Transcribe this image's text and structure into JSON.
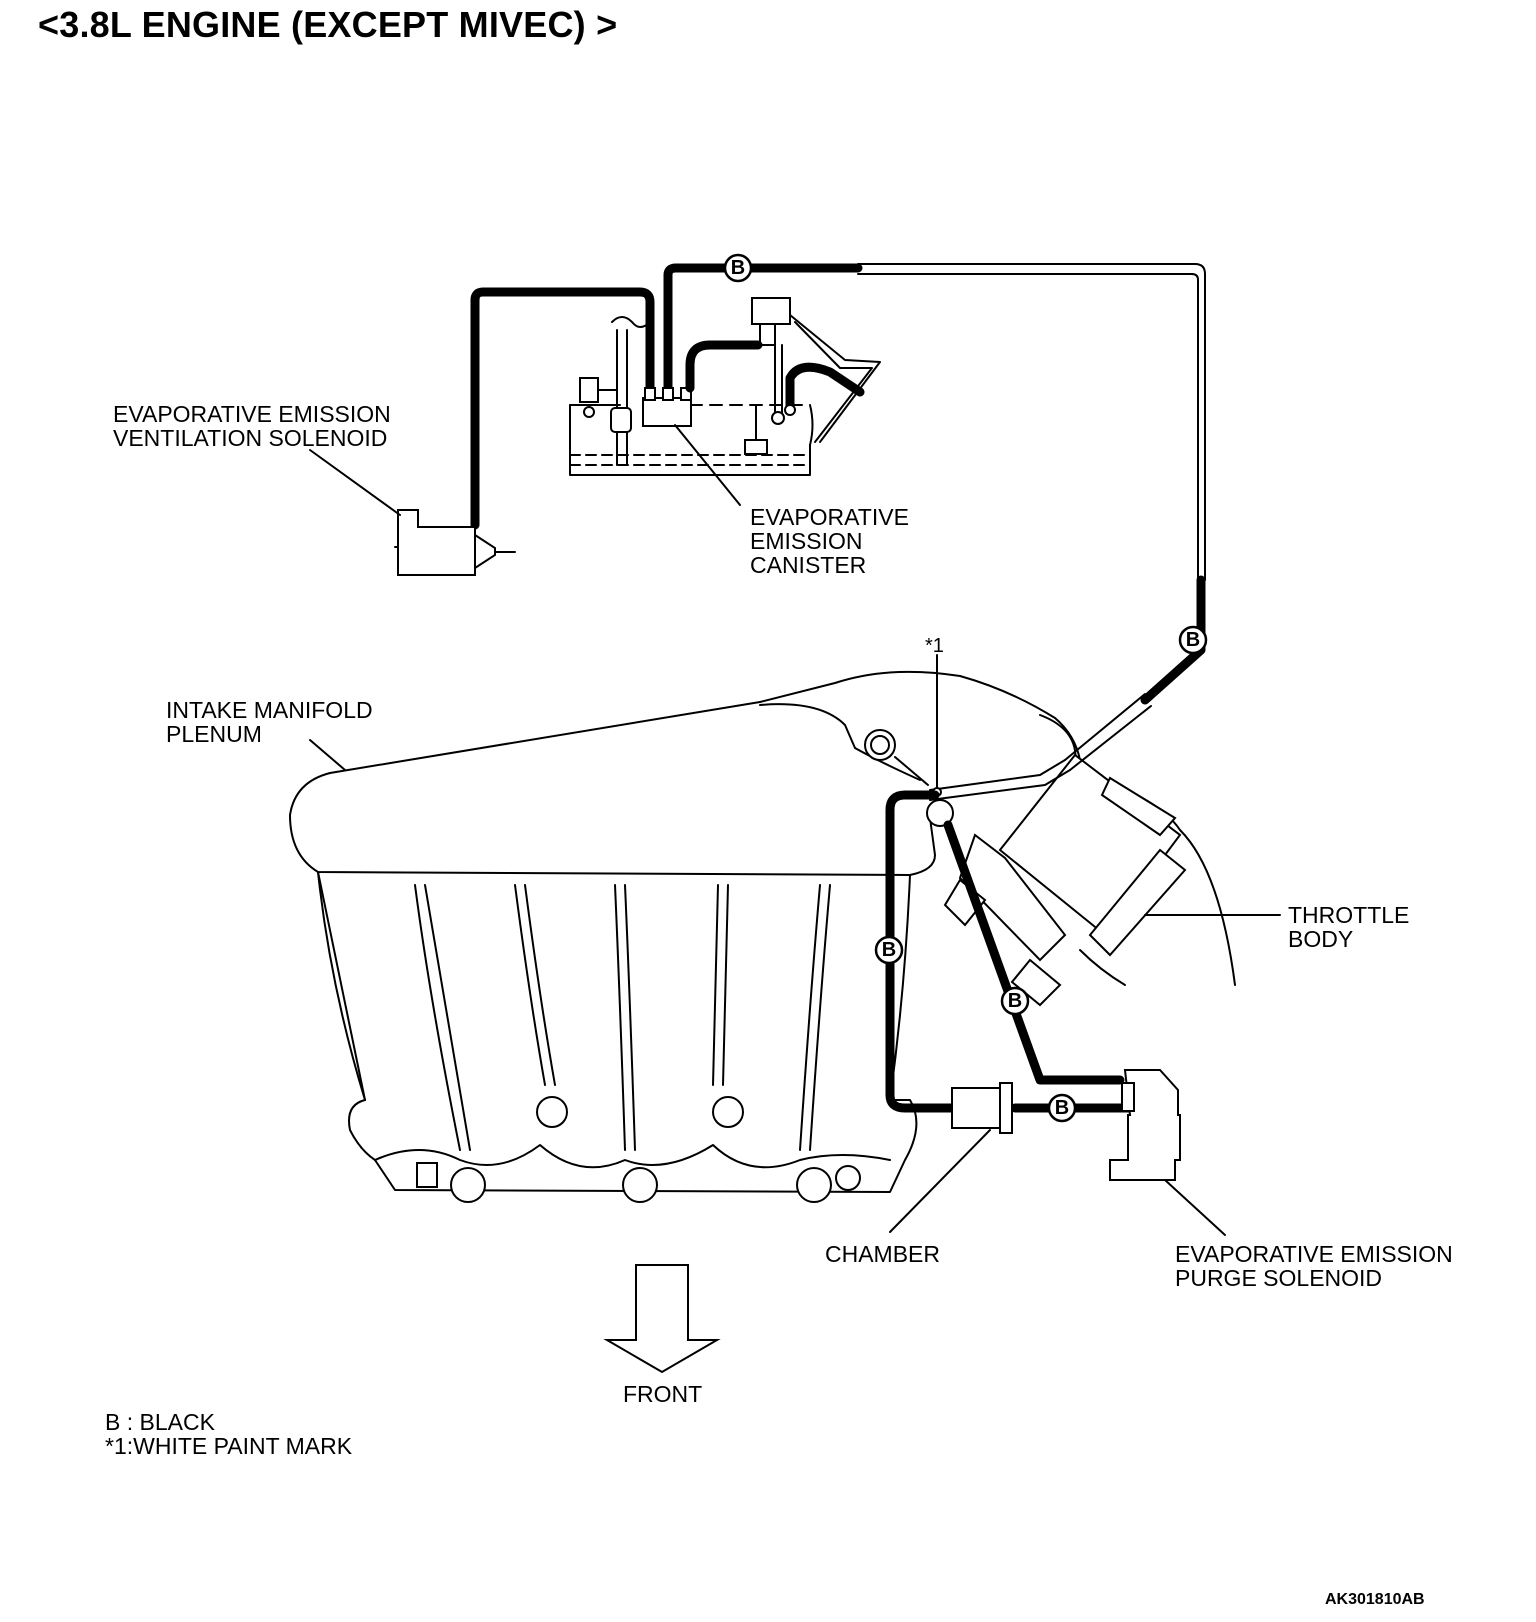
{
  "title": "<3.8L ENGINE (EXCEPT MIVEC) >",
  "labels": {
    "ventilation_solenoid": [
      "EVAPORATIVE EMISSION",
      "VENTILATION SOLENOID"
    ],
    "canister": [
      "EVAPORATIVE",
      "EMISSION",
      "CANISTER"
    ],
    "plenum": [
      "INTAKE MANIFOLD",
      "PLENUM"
    ],
    "paint_mark_ref": "*1",
    "throttle_body": [
      "THROTTLE",
      "BODY"
    ],
    "chamber": "CHAMBER",
    "purge_solenoid": [
      "EVAPORATIVE EMISSION",
      "PURGE SOLENOID"
    ],
    "front": "FRONT"
  },
  "hose_color_badge": "B",
  "legend": [
    "B : BLACK",
    "*1:WHITE PAINT MARK"
  ],
  "figure_code": "AK301810AB"
}
